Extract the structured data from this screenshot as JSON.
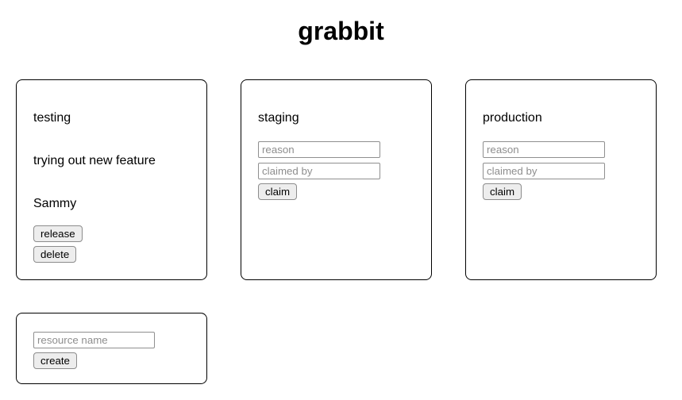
{
  "app": {
    "title": "grabbit"
  },
  "resources": [
    {
      "name": "testing",
      "reason": "trying out new feature",
      "claimed_by": "Sammy",
      "release_label": "release",
      "delete_label": "delete"
    },
    {
      "name": "staging",
      "reason_placeholder": "reason",
      "claimed_by_placeholder": "claimed by",
      "claim_label": "claim"
    },
    {
      "name": "production",
      "reason_placeholder": "reason",
      "claimed_by_placeholder": "claimed by",
      "claim_label": "claim"
    }
  ],
  "create_form": {
    "name_placeholder": "resource name",
    "create_label": "create"
  },
  "colors": {
    "background": "#ffffff",
    "text": "#000000",
    "card_border": "#000000",
    "button_background": "#ededed",
    "button_border": "#8c8c8c",
    "input_border": "#8f8f8f",
    "placeholder_text": "#8e8e8e"
  }
}
